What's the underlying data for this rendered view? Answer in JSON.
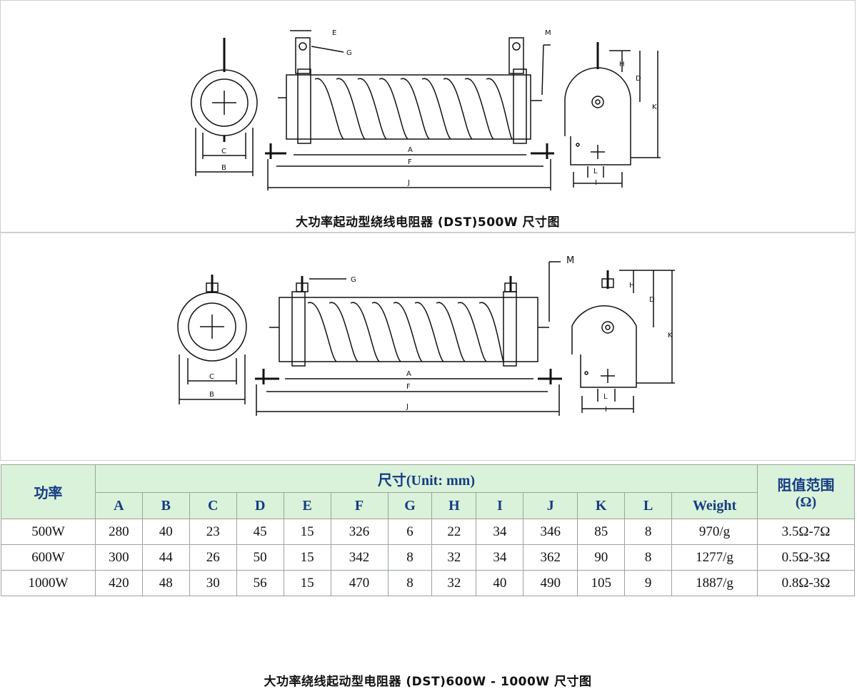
{
  "panel1": {
    "caption": "大功率起动型绕线电阻器 (DST)500W 尺寸图",
    "labels": {
      "E": "E",
      "G": "G",
      "M": "M",
      "H": "H",
      "D": "D",
      "K": "K",
      "A": "A",
      "F": "F",
      "J": "J",
      "C": "C",
      "B": "B",
      "L": "L",
      "I": "I"
    }
  },
  "panel2": {
    "caption": "大功率绕线起动型电阻器 (DST)600W - 1000W 尺寸图",
    "labels": {
      "G": "G",
      "M": "M",
      "H": "H",
      "D": "D",
      "K": "K",
      "A": "A",
      "F": "F",
      "J": "J",
      "C": "C",
      "B": "B",
      "L": "L",
      "I": "I"
    }
  },
  "table": {
    "power_header": "功率",
    "size_header": "尺寸(Unit: mm)",
    "resistance_header": "阻值范围",
    "resistance_unit": "(Ω)",
    "columns": [
      "A",
      "B",
      "C",
      "D",
      "E",
      "F",
      "G",
      "H",
      "I",
      "J",
      "K",
      "L",
      "Weight"
    ],
    "rows": [
      {
        "power": "500W",
        "values": [
          "280",
          "40",
          "23",
          "45",
          "15",
          "326",
          "6",
          "22",
          "34",
          "346",
          "85",
          "8",
          "970/g"
        ],
        "resistance": "3.5Ω-7Ω"
      },
      {
        "power": "600W",
        "values": [
          "300",
          "44",
          "26",
          "50",
          "15",
          "342",
          "8",
          "32",
          "34",
          "362",
          "90",
          "8",
          "1277/g"
        ],
        "resistance": "0.5Ω-3Ω"
      },
      {
        "power": "1000W",
        "values": [
          "420",
          "48",
          "30",
          "56",
          "15",
          "470",
          "8",
          "32",
          "40",
          "490",
          "105",
          "9",
          "1887/g"
        ],
        "resistance": "0.8Ω-3Ω"
      }
    ]
  },
  "colors": {
    "header_bg": "#d9f2d9",
    "header_text": "#163c84",
    "border": "#9aa59a"
  }
}
